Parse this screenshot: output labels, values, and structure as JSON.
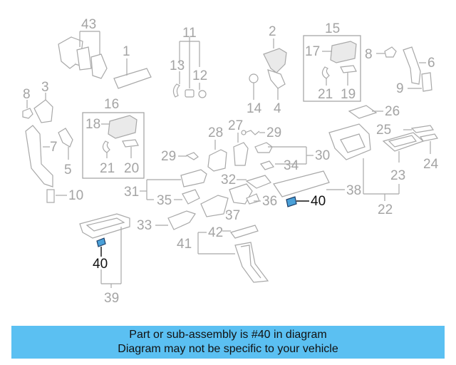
{
  "callouts": {
    "c1": "1",
    "c2": "2",
    "c3": "3",
    "c4": "4",
    "c5": "5",
    "c6": "6",
    "c7": "7",
    "c8a": "8",
    "c8b": "8",
    "c9": "9",
    "c10": "10",
    "c11": "11",
    "c12": "12",
    "c13": "13",
    "c14": "14",
    "c15": "15",
    "c16": "16",
    "c17": "17",
    "c18": "18",
    "c19": "19",
    "c20": "20",
    "c21a": "21",
    "c21b": "21",
    "c22": "22",
    "c23": "23",
    "c24": "24",
    "c25": "25",
    "c26": "26",
    "c27": "27",
    "c28": "28",
    "c29a": "29",
    "c29b": "29",
    "c30": "30",
    "c31": "31",
    "c32": "32",
    "c33": "33",
    "c34": "34",
    "c35": "35",
    "c36": "36",
    "c37": "37",
    "c38": "38",
    "c39": "39",
    "c40a": "40",
    "c40b": "40",
    "c41": "41",
    "c42": "42",
    "c43": "43"
  },
  "colors": {
    "highlight_part": "#4aa0d8",
    "callout_gray": "#a4a4a4",
    "footer_bg": "#5bc0f2"
  },
  "footer": {
    "line1": "Part or sub-assembly is #40 in diagram",
    "line2": "Diagram may not be specific to your vehicle"
  }
}
